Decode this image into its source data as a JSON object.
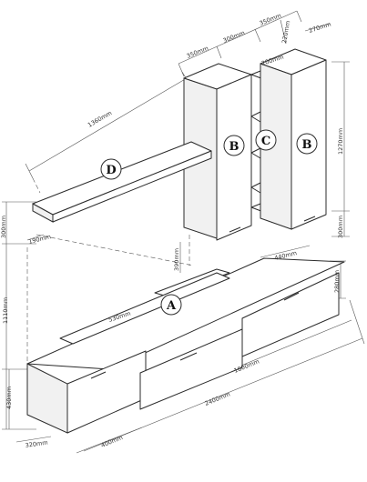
{
  "modules": {
    "a": "A",
    "b_left": "B",
    "b_right": "B",
    "c": "C",
    "d": "D"
  },
  "dimensions": {
    "b_width_left": "350mm",
    "c_width": "300mm",
    "b_width_right": "350mm",
    "b_depth": "220mm",
    "c_depth": "270mm",
    "c_depth_inner": "200mm",
    "shelf_length": "1360mm",
    "shelf_height": "300mm",
    "shelf_depth": "190mm",
    "b_height": "1270mm",
    "b_bottom_gap": "300mm",
    "gap_above_a": "390mm",
    "wall_height": "1110mm",
    "a_top_depth": "440mm",
    "a_right_height": "280mm",
    "a_top_width": "530mm",
    "a_inner_width": "1800mm",
    "a_total_width": "2400mm",
    "a_left_height": "430mm",
    "a_left_depth": "320mm",
    "a_middle_depth": "400mm"
  }
}
